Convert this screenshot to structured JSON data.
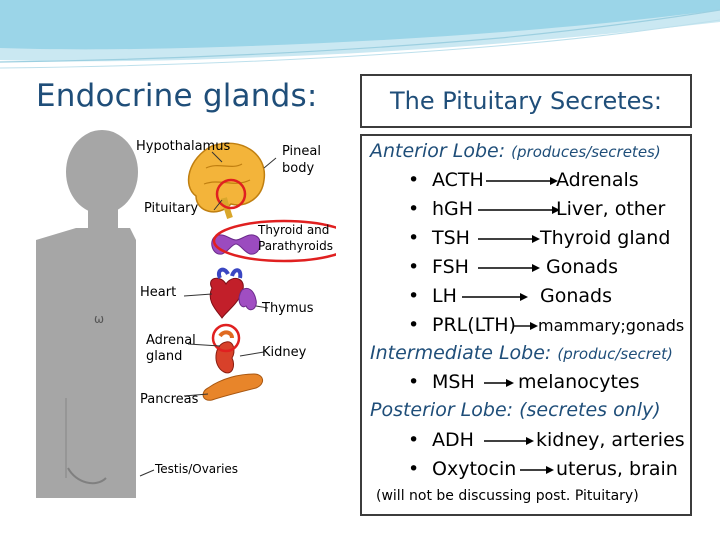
{
  "left_title": "Endocrine glands:",
  "right_title": "The Pituitary Secretes:",
  "figure_labels": {
    "hypothalamus": "Hypothalamus",
    "pineal_body": "Pineal body",
    "pituitary": "Pituitary",
    "thyroid": "Thyroid and Parathyroids",
    "heart": "Heart",
    "thymus": "Thymus",
    "adrenal": "Adrenal gland",
    "kidney": "Kidney",
    "pancreas": "Pancreas",
    "testis": "Testis/Ovaries"
  },
  "anterior": {
    "title": "Anterior Lobe:",
    "subtitle": "(produces/secretes)",
    "items": [
      {
        "hormone": "ACTH",
        "target": "Adrenals"
      },
      {
        "hormone": "hGH",
        "target": "Liver, other"
      },
      {
        "hormone": "TSH",
        "target": "Thyroid gland"
      },
      {
        "hormone": "FSH",
        "target": "Gonads"
      },
      {
        "hormone": "LH",
        "target": "Gonads"
      },
      {
        "hormone": "PRL(LTH)",
        "target": "mammary;gonads"
      }
    ]
  },
  "intermediate": {
    "title": "Intermediate Lobe:",
    "subtitle": "(produc/secret)",
    "items": [
      {
        "hormone": "MSH",
        "target": "melanocytes"
      }
    ]
  },
  "posterior": {
    "title": "Posterior Lobe: (secretes only)",
    "items": [
      {
        "hormone": "ADH",
        "target": "kidney, arteries"
      },
      {
        "hormone": "Oxytocin",
        "target": "uterus, brain"
      }
    ]
  },
  "note": "(will not be discussing post. Pituitary)",
  "colors": {
    "title": "#1f4e79",
    "highlight_circle": "#e02020",
    "wave": "#5bb8d6"
  }
}
